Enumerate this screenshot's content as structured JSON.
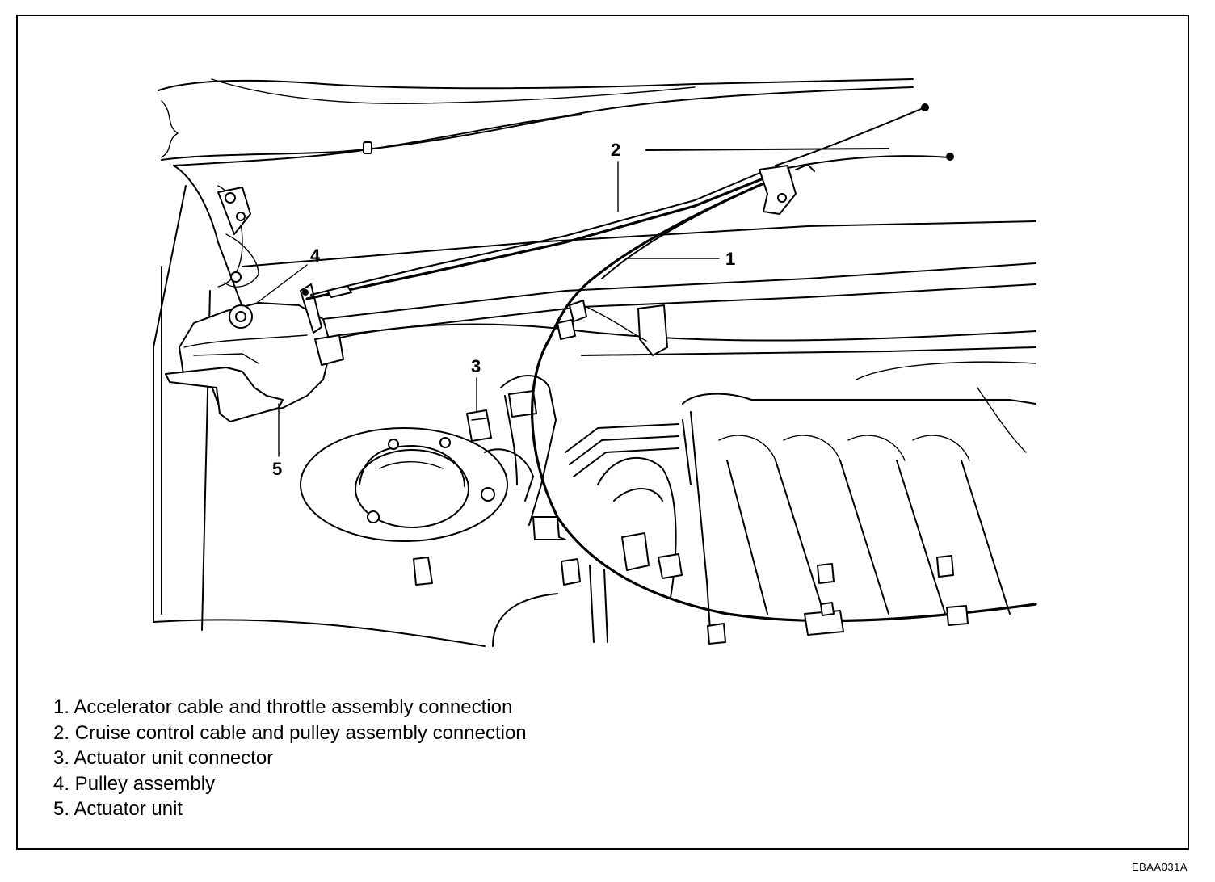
{
  "diagram": {
    "callouts": [
      "1",
      "2",
      "3",
      "4",
      "5"
    ]
  },
  "legend": [
    "1. Accelerator cable and throttle assembly connection",
    "2. Cruise control cable and pulley assembly connection",
    "3. Actuator unit connector",
    "4. Pulley assembly",
    "5. Actuator unit"
  ],
  "figure_code": "EBAA031A"
}
